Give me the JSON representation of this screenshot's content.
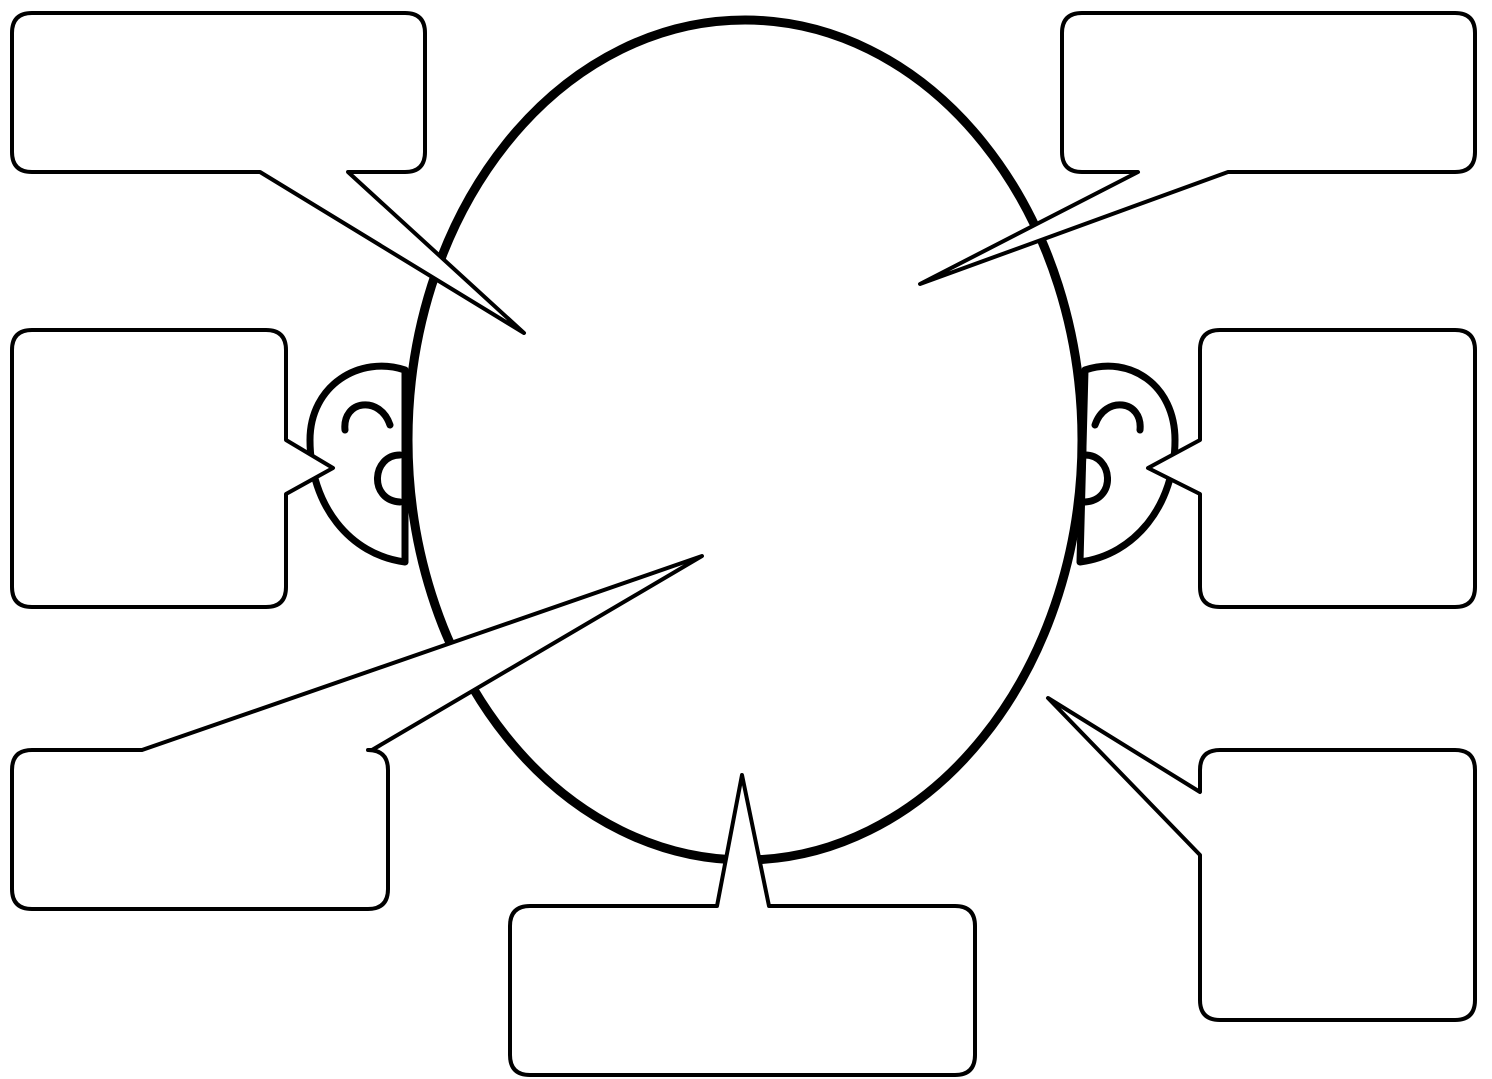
{
  "diagram": {
    "type": "head-callout-organizer",
    "stroke_color": "#000000",
    "fill_color": "#ffffff",
    "callouts": [
      {
        "id": "top-left",
        "text": ""
      },
      {
        "id": "top-right",
        "text": ""
      },
      {
        "id": "middle-left",
        "text": ""
      },
      {
        "id": "middle-right",
        "text": ""
      },
      {
        "id": "bottom-left",
        "text": ""
      },
      {
        "id": "bottom-center",
        "text": ""
      },
      {
        "id": "bottom-right",
        "text": ""
      }
    ]
  }
}
